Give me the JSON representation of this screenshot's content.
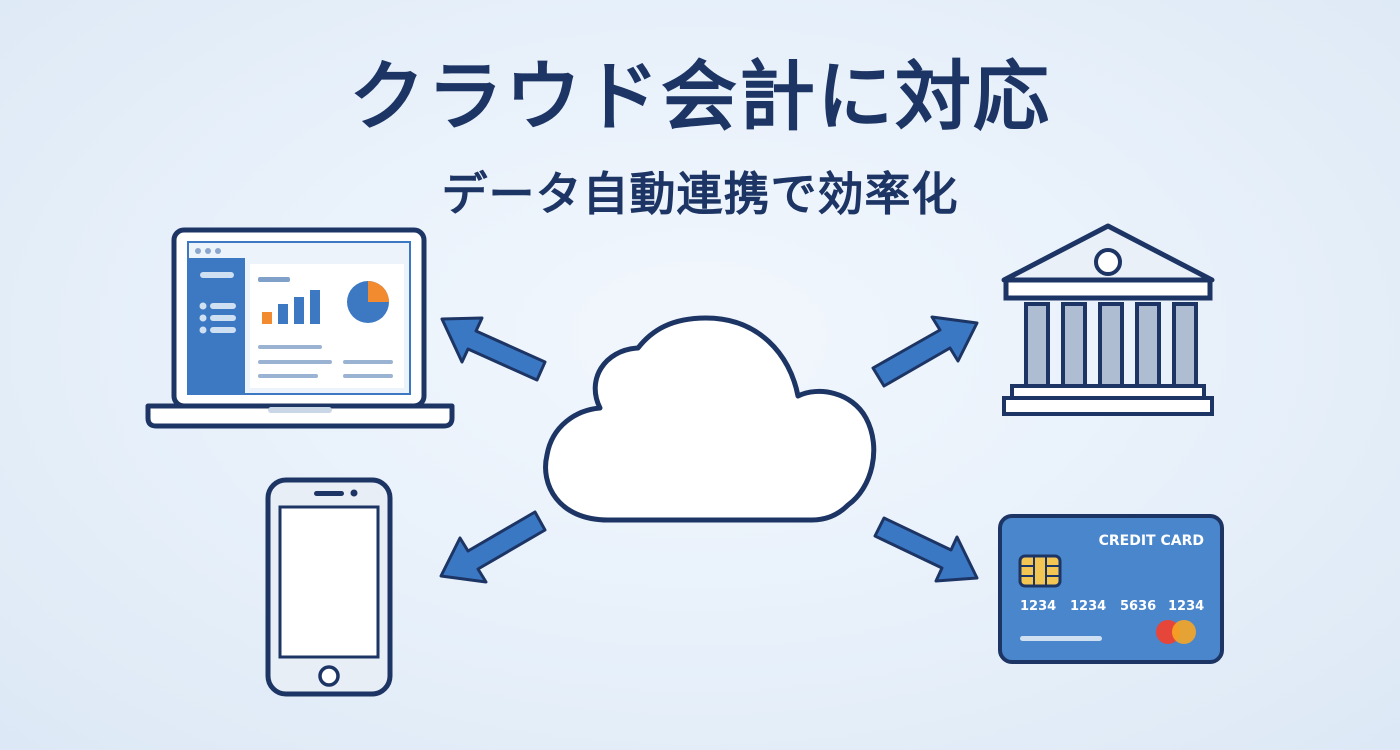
{
  "header": {
    "title": "クラウド会計に対応",
    "subtitle": "データ自動連携で効率化"
  },
  "credit_card": {
    "label": "CREDIT CARD",
    "number_groups": [
      "1234",
      "1234",
      "5636",
      "1234"
    ]
  },
  "colors": {
    "navy": "#1d3564",
    "blue": "#3d78c2",
    "arrow": "#3b78c4",
    "card": "#4a86cc",
    "orange": "#f28b30",
    "background": "#e7f0fa"
  }
}
